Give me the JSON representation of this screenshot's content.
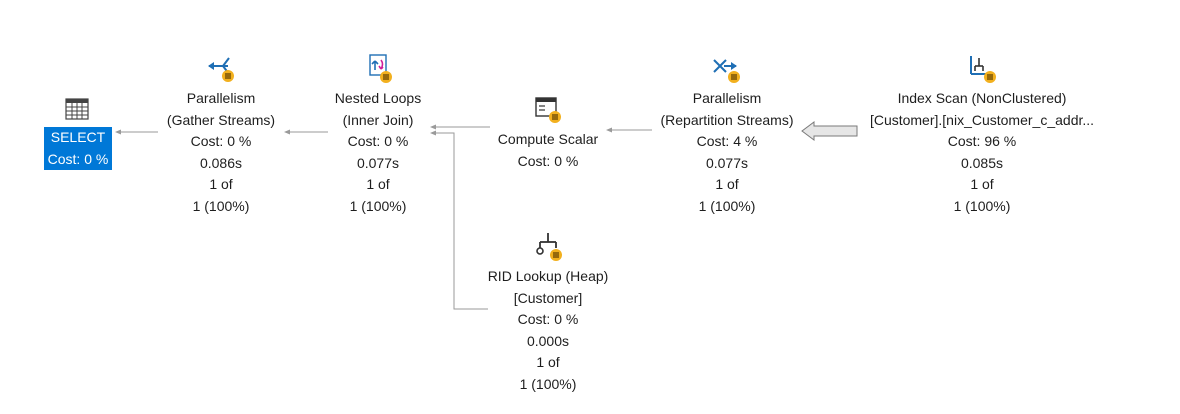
{
  "plan": {
    "nodes": {
      "select": {
        "icon": "select-table-icon",
        "lines": [
          "SELECT",
          "Cost: 0 %"
        ]
      },
      "gather": {
        "icon": "parallelism-icon",
        "lines": [
          "Parallelism",
          "(Gather Streams)",
          "Cost: 0 %",
          "0.086s",
          "1 of",
          "1 (100%)"
        ]
      },
      "nested": {
        "icon": "nested-loops-icon",
        "lines": [
          "Nested Loops",
          "(Inner Join)",
          "Cost: 0 %",
          "0.077s",
          "1 of",
          "1 (100%)"
        ]
      },
      "compute": {
        "icon": "compute-scalar-icon",
        "lines": [
          "Compute Scalar",
          "Cost: 0 %"
        ]
      },
      "repartition": {
        "icon": "parallelism-icon",
        "lines": [
          "Parallelism",
          "(Repartition Streams)",
          "Cost: 4 %",
          "0.077s",
          "1 of",
          "1 (100%)"
        ]
      },
      "scan": {
        "icon": "index-scan-icon",
        "lines": [
          "Index Scan (NonClustered)",
          "[Customer].[nix_Customer_c_addr...",
          "Cost: 96 %",
          "0.085s",
          "1 of",
          "1 (100%)"
        ]
      },
      "rid": {
        "icon": "rid-lookup-icon",
        "lines": [
          "RID Lookup (Heap)",
          "[Customer]",
          "Cost: 0 %",
          "0.000s",
          "1 of",
          "1 (100%)"
        ]
      }
    },
    "colors": {
      "selection": "#0078d7",
      "badge": "#f2b01e",
      "icon_blue": "#1f6fb5",
      "arrow": "#9a9a9a"
    }
  }
}
